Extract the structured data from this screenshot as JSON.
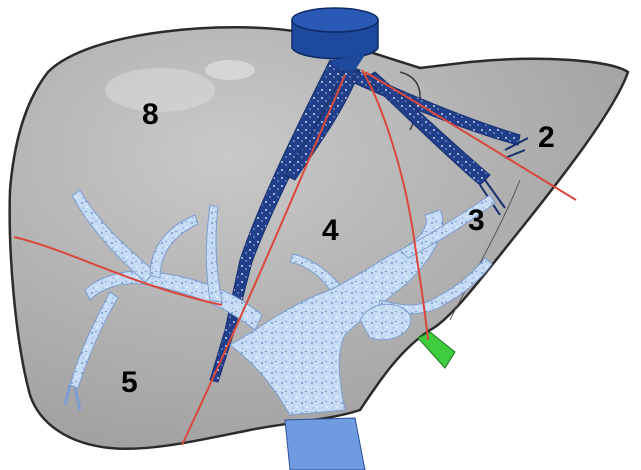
{
  "segments": [
    {
      "id": "8",
      "label": "8"
    },
    {
      "id": "2",
      "label": "2"
    },
    {
      "id": "3",
      "label": "3"
    },
    {
      "id": "4",
      "label": "4"
    },
    {
      "id": "5",
      "label": "5"
    }
  ],
  "colors": {
    "liver": "#b4b4b4",
    "liver_outline": "#2b2b2b",
    "portal_vein": "#bcd4f0",
    "hepatic_vein": "#1f3f8c",
    "ivc_top": "#1e4a9e",
    "ivc_bottom": "#6f9be0",
    "boundary_line": "#d9483b",
    "bile_duct": "#3fcc3f"
  }
}
